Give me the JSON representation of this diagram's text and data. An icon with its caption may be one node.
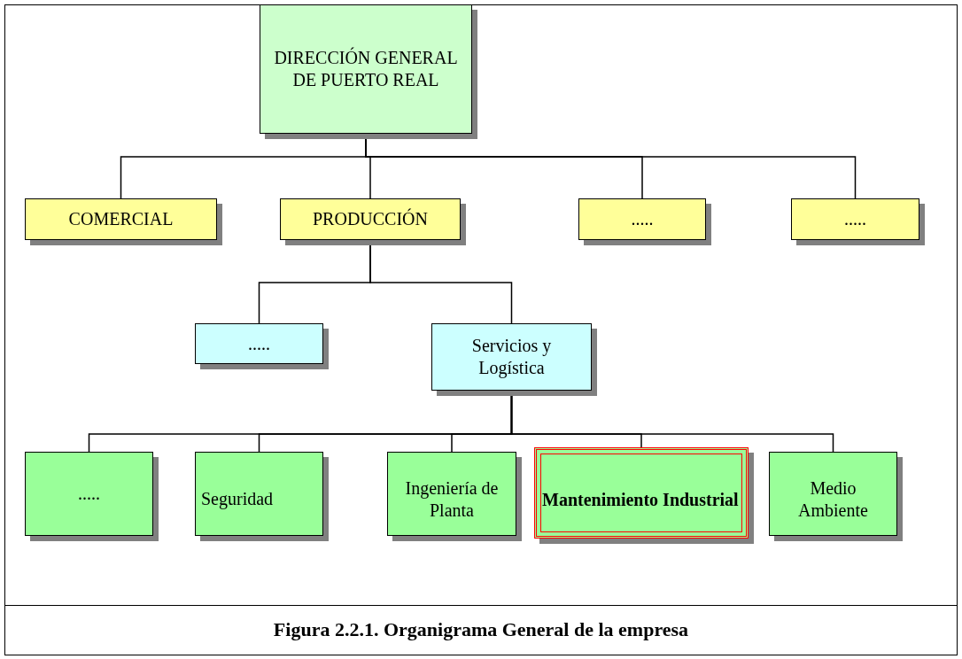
{
  "diagram": {
    "caption": "Figura 2.2.1. Organigrama General de la empresa",
    "nodes": [
      {
        "text": [
          "DIRECCIÓN GENERAL DE PUERTO REAL"
        ]
      },
      {
        "text": [
          "COMERCIAL"
        ]
      },
      {
        "text": [
          "PRODUCCIÓN"
        ]
      },
      {
        "text": [
          "....."
        ]
      },
      {
        "text": [
          "....."
        ]
      },
      {
        "text": [
          "....."
        ]
      },
      {
        "text": [
          "Servicios y Logística"
        ]
      },
      {
        "text": [
          "....."
        ]
      },
      {
        "text": [
          "Seguridad"
        ]
      },
      {
        "text": [
          "Ingeniería de Planta"
        ]
      },
      {
        "text": [
          "Mantenimiento Industrial"
        ]
      },
      {
        "text": [
          "Medio Ambiente"
        ]
      }
    ],
    "edges": [
      {
        "from": 0,
        "to": 1,
        "arrow": "none"
      },
      {
        "from": 0,
        "to": 2,
        "arrow": "none"
      },
      {
        "from": 0,
        "to": 3,
        "arrow": "none"
      },
      {
        "from": 0,
        "to": 4,
        "arrow": "none"
      },
      {
        "from": 2,
        "to": 5,
        "arrow": "none"
      },
      {
        "from": 2,
        "to": 6,
        "arrow": "none"
      },
      {
        "from": 6,
        "to": 7,
        "arrow": "none"
      },
      {
        "from": 6,
        "to": 8,
        "arrow": "none"
      },
      {
        "from": 6,
        "to": 9,
        "arrow": "none"
      },
      {
        "from": 6,
        "to": 10,
        "arrow": "none"
      },
      {
        "from": 6,
        "to": 11,
        "arrow": "none"
      }
    ]
  }
}
